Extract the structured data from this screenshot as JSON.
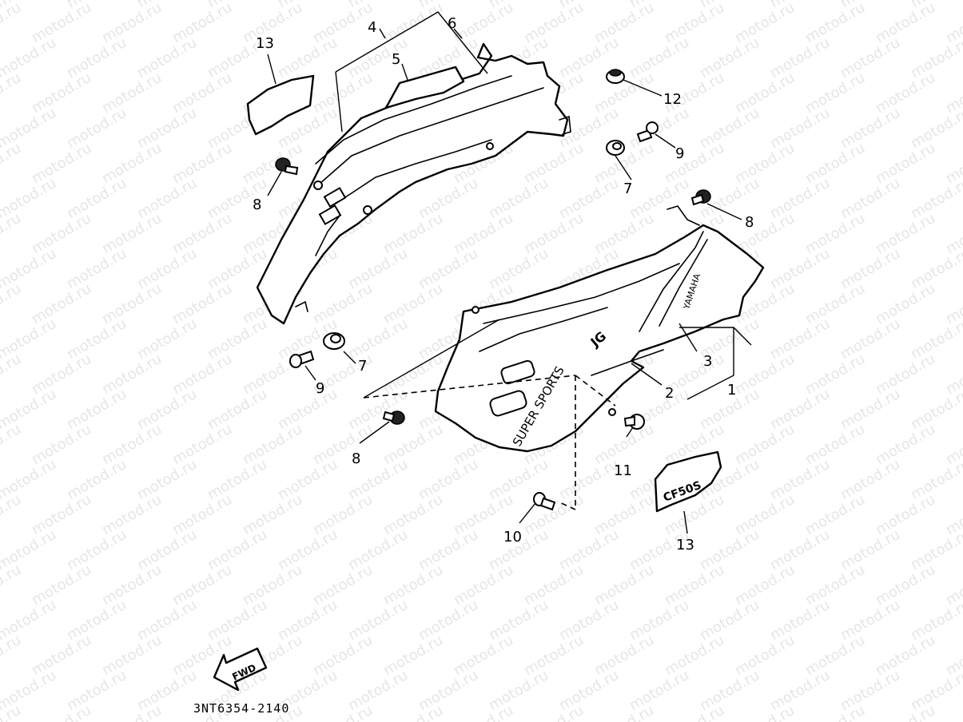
{
  "watermark": {
    "text": "motod.ru"
  },
  "callouts": {
    "c1": "1",
    "c2": "2",
    "c3": "3",
    "c4": "4",
    "c5": "5",
    "c6": "6",
    "c7a": "7",
    "c7b": "7",
    "c8a": "8",
    "c8b": "8",
    "c8c": "8",
    "c9a": "9",
    "c9b": "9",
    "c10": "10",
    "c11": "11",
    "c12": "12",
    "c13a": "13",
    "c13b": "13"
  },
  "decals": {
    "super_sports": "SUPER SPORTS",
    "yamaha": "YAMAHA",
    "cf": "CF50S"
  },
  "fwd_label": "FWD",
  "diagram_code": "3NT6354-2140"
}
